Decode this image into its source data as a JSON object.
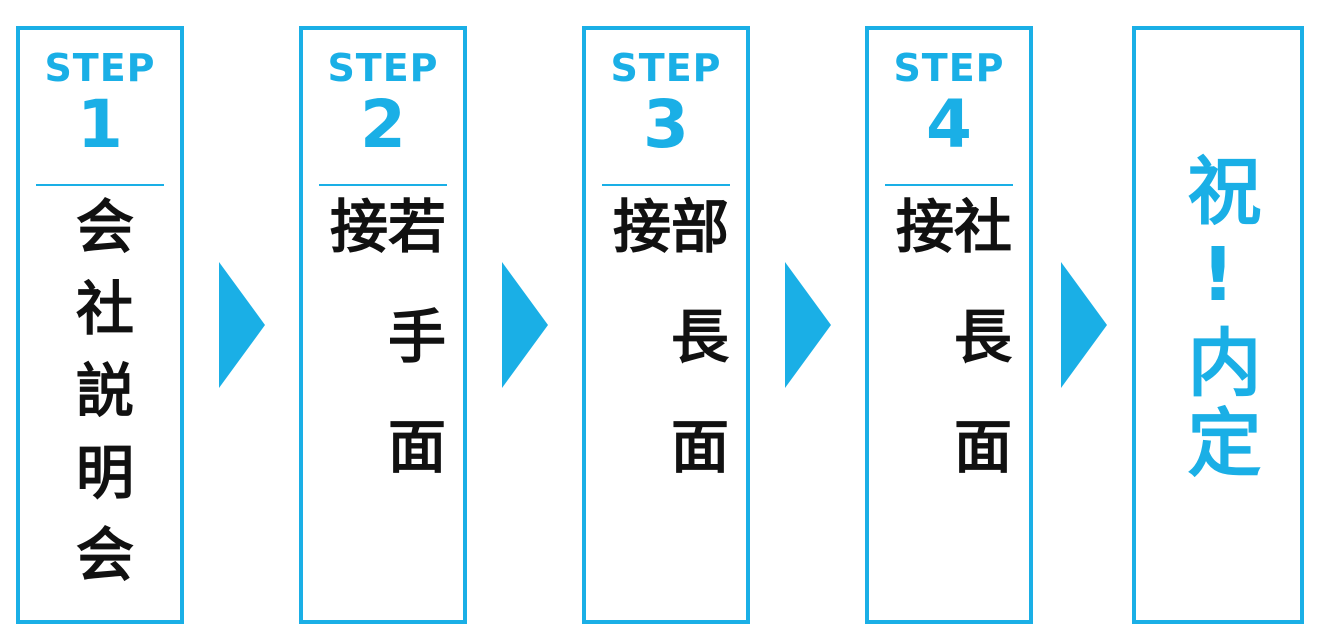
{
  "steps": [
    {
      "label": "STEP",
      "number": "1",
      "text": "会社説明会"
    },
    {
      "label": "STEP",
      "number": "2",
      "text": "若手面接"
    },
    {
      "label": "STEP",
      "number": "3",
      "text": "部長面接"
    },
    {
      "label": "STEP",
      "number": "4",
      "text": "社長面接"
    }
  ],
  "final": {
    "text": "祝!内定"
  },
  "colors": {
    "accent": "#1aafe6",
    "text": "#111111"
  }
}
